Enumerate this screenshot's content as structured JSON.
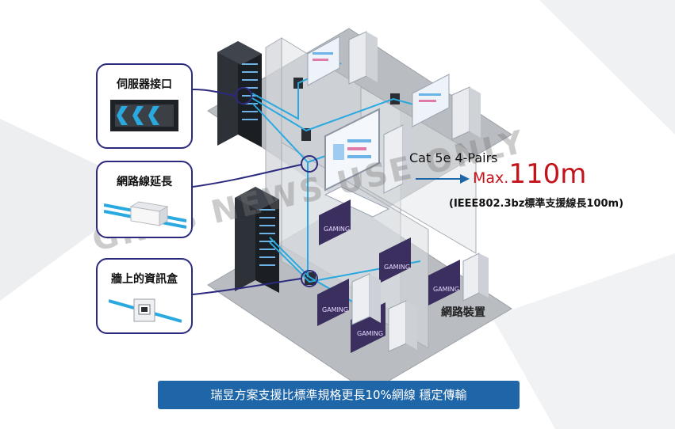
{
  "callouts": {
    "server_port": "伺服器接口",
    "network_extension": "網路線延長",
    "wall_box": "牆上的資訊盒"
  },
  "cable": {
    "type_label": "Cat 5e 4-Pairs",
    "max_prefix": "Max.",
    "max_value": "110m",
    "standard_note": "(IEEE802.3bz標準支援線長100m)"
  },
  "device_label": "網路裝置",
  "monitor_text": "GAMING",
  "watermark": "GRAB NEWS USE ONLY",
  "banner": "瑞昱方案支援比標準規格更長10%網線 穩定傳輸",
  "colors": {
    "accent_blue": "#1f66a8",
    "callout_border": "#2b2a7e",
    "highlight_red": "#c4141b",
    "cable_cyan": "#2aa9e0"
  },
  "icons": [
    "server-rack-icon",
    "ethernet-port-icon",
    "cable-coupler-icon",
    "wall-jack-icon",
    "desktop-pc-icon",
    "monitor-icon"
  ]
}
